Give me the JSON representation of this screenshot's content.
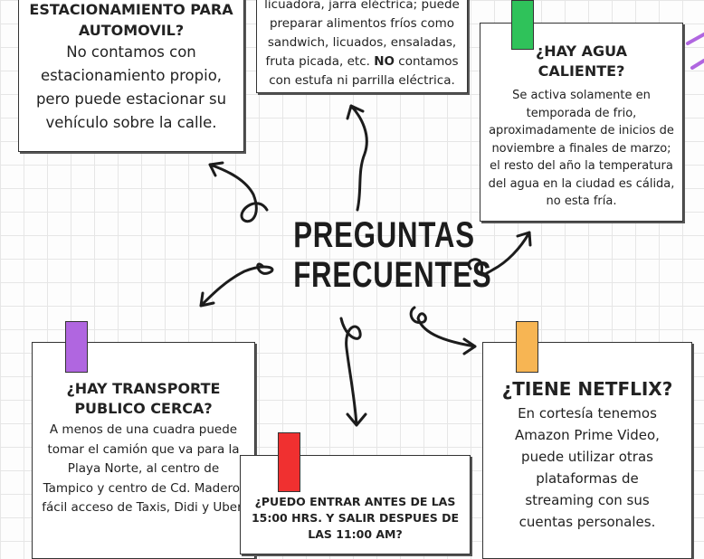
{
  "title": [
    "PREGUNTAS",
    "FRECUENTES"
  ],
  "cards": {
    "parking": {
      "title": "ESTACIONAMIENTO PARA AUTOMOVIL?",
      "body": "No contamos con estacionamiento propio, pero puede estacionar su vehículo sobre la calle."
    },
    "kitchen": {
      "body_pre": "licuadora, jarra eléctrica; puede preparar alimentos fríos como sandwich, licuados, ensaladas, fruta picada, etc.",
      "bold": "NO",
      "body_post": "contamos con estufa ni parrilla eléctrica."
    },
    "water": {
      "title": "¿HAY AGUA CALIENTE?",
      "body": "Se activa solamente en temporada de frio, aproximadamente de inicios de noviembre a finales de marzo; el resto del año la temperatura del agua en la ciudad es cálida, no esta fría."
    },
    "transport": {
      "title": "¿HAY TRANSPORTE PUBLICO CERCA?",
      "body": "A menos de una cuadra puede tomar el camión que va para la Playa Norte, al centro de Tampico y centro de Cd. Madero, fácil acceso de Taxis, Didi y Uber."
    },
    "checkin": {
      "title": "¿PUEDO ENTRAR ANTES DE LAS 15:00 HRS. Y SALIR DESPUES DE LAS 11:00 AM?"
    },
    "netflix": {
      "title": "¿TIENE NETFLIX?",
      "body": "En cortesía tenemos Amazon Prime Video, puede utilizar otras plataformas de streaming con sus cuentas personales."
    }
  },
  "colors": {
    "green": "#2fc25a",
    "purple": "#b066e0",
    "red": "#f03030",
    "orange": "#f7b553"
  }
}
